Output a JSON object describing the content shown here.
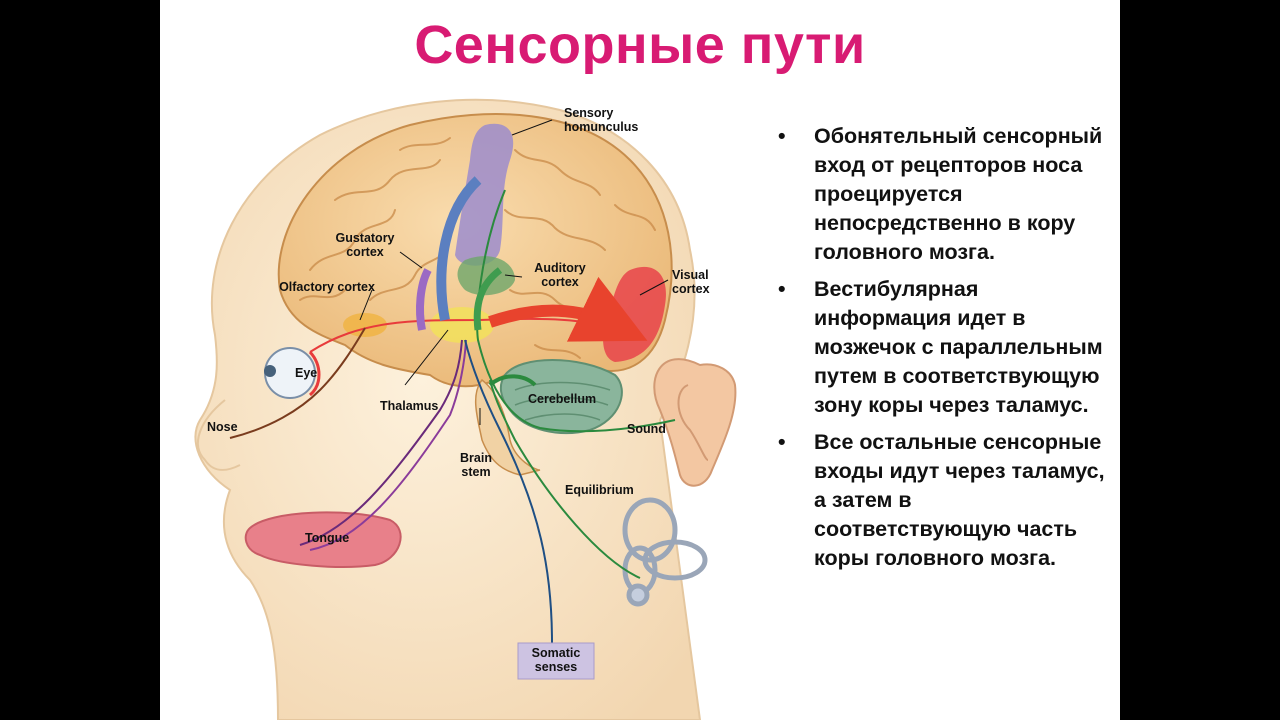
{
  "slide": {
    "title": "Сенсорные пути",
    "bullets": [
      "Обонятельный сенсорный вход от рецепторов носа проецируется непосредственно в кору головного мозга.",
      "Вестибулярная информация идет в мозжечок с параллельным путем в соответствующую зону коры через таламус.",
      "Все остальные сенсорные входы идут через таламус, а затем в соответствующую часть коры головного мозга."
    ],
    "bullet_symbol": "•"
  },
  "figure": {
    "labels": {
      "sensory_homunculus_1": "Sensory",
      "sensory_homunculus_2": "homunculus",
      "gustatory_cortex_1": "Gustatory",
      "gustatory_cortex_2": "cortex",
      "auditory_cortex_1": "Auditory",
      "auditory_cortex_2": "cortex",
      "olfactory_cortex": "Olfactory cortex",
      "visual_cortex_1": "Visual",
      "visual_cortex_2": "cortex",
      "eye": "Eye",
      "thalamus": "Thalamus",
      "cerebellum": "Cerebellum",
      "nose": "Nose",
      "sound": "Sound",
      "brain_stem_1": "Brain",
      "brain_stem_2": "stem",
      "equilibrium": "Equilibrium",
      "tongue": "Tongue",
      "somatic_senses_1": "Somatic",
      "somatic_senses_2": "senses"
    }
  },
  "colors": {
    "title": "#d81b73",
    "background": "#ffffff",
    "letterbox": "#000000"
  }
}
